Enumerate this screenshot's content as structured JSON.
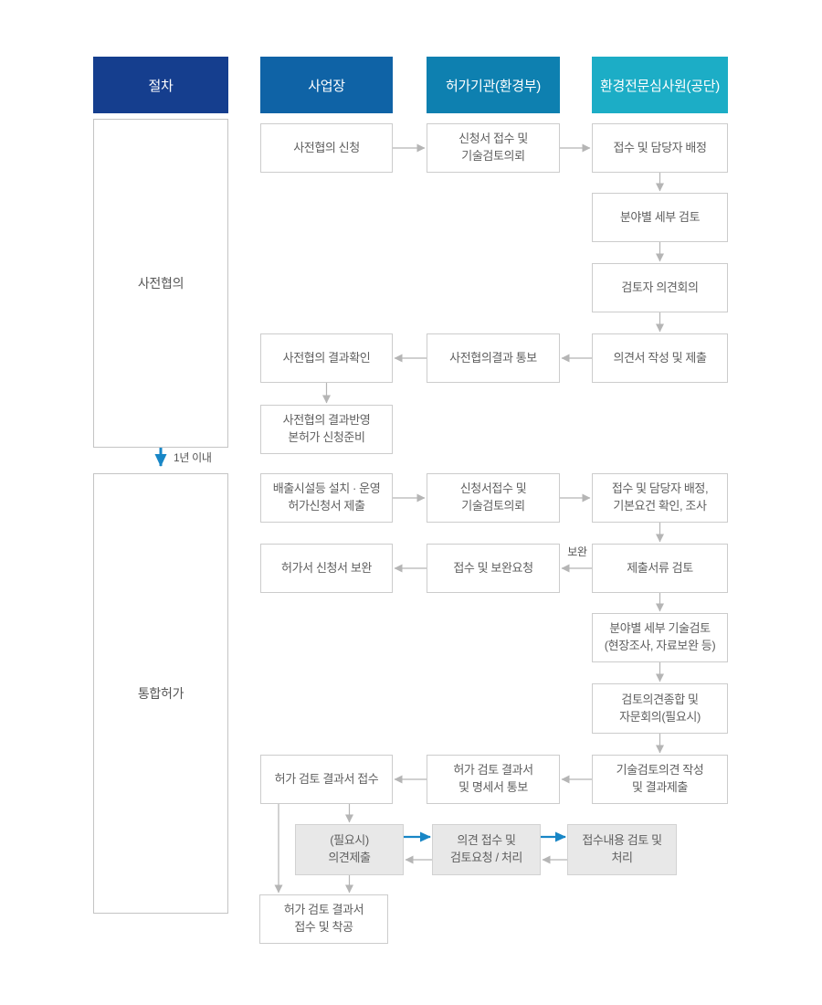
{
  "columns": [
    {
      "label": "절차",
      "color": "#153e8e"
    },
    {
      "label": "사업장",
      "color": "#0f63a6"
    },
    {
      "label": "허가기관(환경부)",
      "color": "#0e80b0"
    },
    {
      "label": "환경전문심사원(공단)",
      "color": "#1cadc6"
    }
  ],
  "phases": [
    {
      "label": "사전협의"
    },
    {
      "label": "통합허가"
    }
  ],
  "annotations": {
    "interval": "1년 이내",
    "supplement": "보완"
  },
  "colors": {
    "arrow_gray": "#b5b5b5",
    "arrow_blue": "#1886c6",
    "node_border": "#cccccc",
    "gray_node_bg": "#e8e8e8",
    "node_text": "#5f5f5f"
  },
  "nodes": {
    "pre_request": "사전협의 신청",
    "pre_receive": "신청서 접수 및\n기술검토의뢰",
    "pre_assign": "접수 및 담당자 배정",
    "pre_review": "분야별 세부 검토",
    "pre_meeting": "검토자 의견회의",
    "pre_opinion": "의견서 작성 및 제출",
    "pre_notice": "사전협의결과 통보",
    "pre_confirm": "사전협의 결과확인",
    "pre_reflect": "사전협의 결과반영\n본허가 신청준비",
    "main_apply": "배출시설등 설치 · 운영\n허가신청서 제출",
    "main_receive": "신청서접수 및\n기술검토의뢰",
    "main_assign": "접수 및 담당자 배정,\n기본요건 확인, 조사",
    "main_doc_review": "제출서류 검토",
    "main_supp_request": "접수 및 보완요청",
    "main_supplement": "허가서 신청서 보완",
    "main_tech_review": "분야별 세부 기술검토\n(현장조사, 자료보완 등)",
    "main_synthesis": "검토의견종합 및\n자문회의(필요시)",
    "main_result": "기술검토의견 작성\n및 결과제출",
    "main_notice": "허가 검토 결과서\n및 명세서 통보",
    "main_result_receive": "허가 검토 결과서 접수",
    "opinion_submit": "(필요시)\n의견제출",
    "opinion_process": "의견 접수 및\n검토요청 / 처리",
    "opinion_review": "접수내용 검토 및\n처리",
    "final_start": "허가 검토 결과서\n접수 및 착공"
  }
}
